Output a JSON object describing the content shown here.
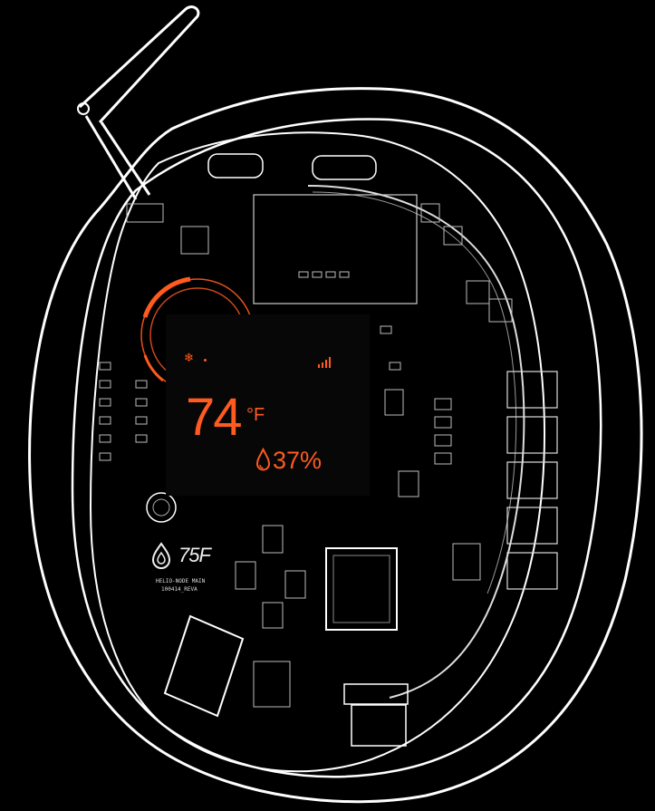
{
  "display": {
    "temperature": "74",
    "unit": "°F",
    "humidity": "37%",
    "mode_icon": "snowflake-icon",
    "signal_icon": "signal-bars-icon",
    "accent_color": "#ff5a1f"
  },
  "board": {
    "brand": "75F",
    "label_line1": "HELIO-NODE MAIN",
    "label_line2": "100414_REVA"
  }
}
